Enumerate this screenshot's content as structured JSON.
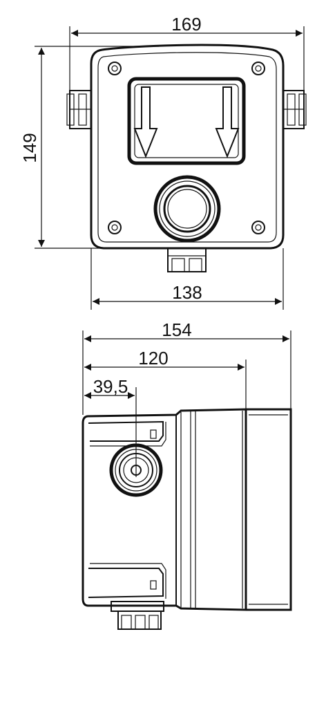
{
  "front_view": {
    "width_top": "169",
    "height": "149",
    "width_bottom": "138"
  },
  "side_view": {
    "depth_total": "154",
    "depth_body": "120",
    "outlet_offset": "39,5"
  },
  "icons": {
    "flow_arrow": "arrow-down-icon",
    "screw": "screw-icon",
    "outlet": "pipe-outlet-icon"
  }
}
